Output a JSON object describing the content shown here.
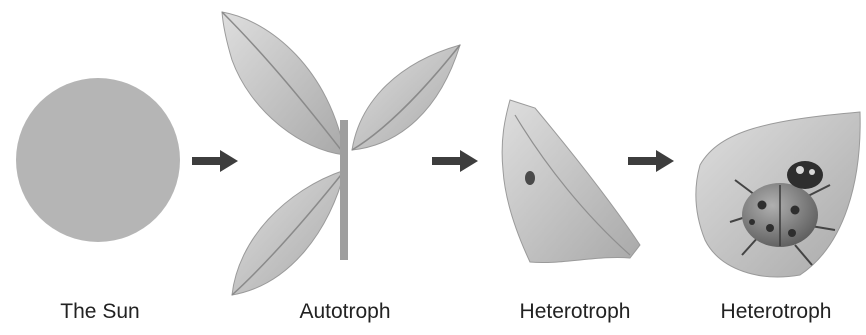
{
  "stages": [
    {
      "label": "The Sun",
      "image": "sun"
    },
    {
      "label": "Autotroph",
      "image": "leaves"
    },
    {
      "label": "Heterotroph",
      "image": "chewed-leaf-with-aphid"
    },
    {
      "label": "Heterotroph",
      "image": "ladybug-on-leaf"
    }
  ],
  "arrows": 3,
  "colors": {
    "sun": "#b5b5b5",
    "leaf": "#c9c9c9",
    "vein": "#8a8a8a",
    "arrow": "#3d3d3d",
    "ladybug": "#6a6a6a"
  }
}
